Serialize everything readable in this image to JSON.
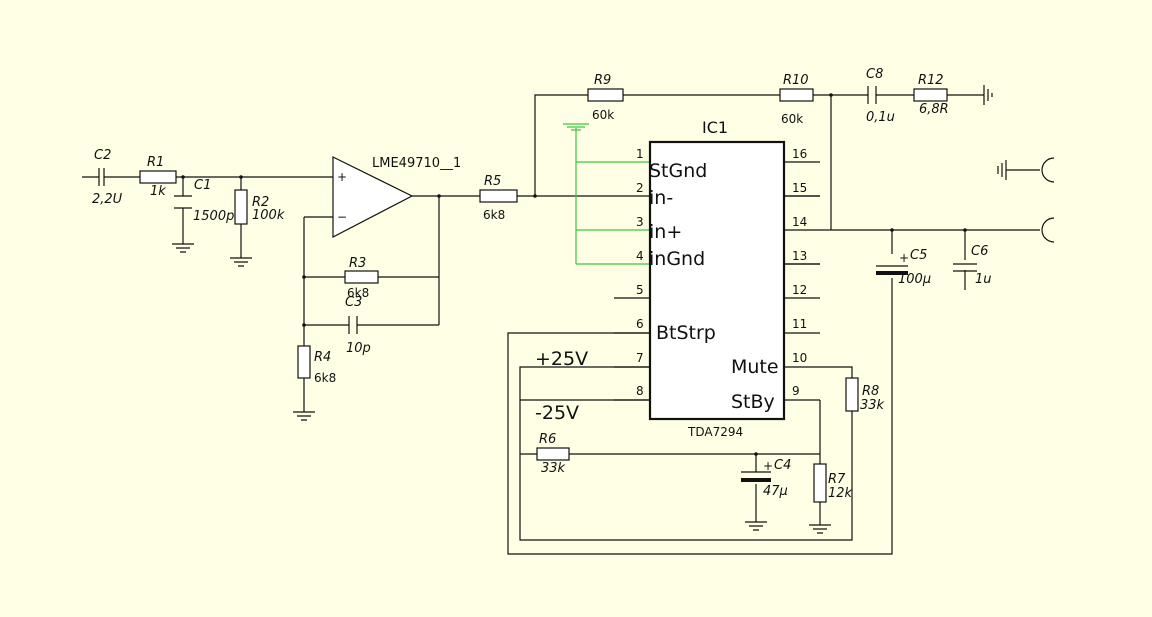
{
  "components": {
    "C2": {
      "name": "C2",
      "value": "2,2U"
    },
    "R1": {
      "name": "R1",
      "value": "1k"
    },
    "C1": {
      "name": "C1",
      "value": "1500p"
    },
    "R2": {
      "name": "R2",
      "value": "100k"
    },
    "opamp": {
      "name": "LME49710__1",
      "plus": "+",
      "minus": "−"
    },
    "R3": {
      "name": "R3",
      "value": "6k8"
    },
    "C3": {
      "name": "C3",
      "value": "10p"
    },
    "R4": {
      "name": "R4",
      "value": "6k8"
    },
    "R5": {
      "name": "R5",
      "value": "6k8"
    },
    "R9": {
      "name": "R9",
      "value": "60k"
    },
    "R10": {
      "name": "R10",
      "value": "60k"
    },
    "C8": {
      "name": "C8",
      "value": "0,1u"
    },
    "R12": {
      "name": "R12",
      "value": "6,8R"
    },
    "C5": {
      "name": "C5",
      "value": "100µ",
      "polarity": "+"
    },
    "C6": {
      "name": "C6",
      "value": "1u"
    },
    "R8": {
      "name": "R8",
      "value": "33k"
    },
    "R6": {
      "name": "R6",
      "value": "33k"
    },
    "C4": {
      "name": "C4",
      "value": "47µ",
      "polarity": "+"
    },
    "R7": {
      "name": "R7",
      "value": "12k"
    }
  },
  "ic": {
    "ref": "IC1",
    "part": "TDA7294",
    "pins_left": [
      {
        "num": "1",
        "name": "StGnd"
      },
      {
        "num": "2",
        "name": "in-"
      },
      {
        "num": "3",
        "name": "in+"
      },
      {
        "num": "4",
        "name": "inGnd"
      },
      {
        "num": "5",
        "name": ""
      },
      {
        "num": "6",
        "name": "BtStrp"
      },
      {
        "num": "7",
        "name": ""
      },
      {
        "num": "8",
        "name": ""
      }
    ],
    "pins_right": [
      {
        "num": "16",
        "name": ""
      },
      {
        "num": "15",
        "name": ""
      },
      {
        "num": "14",
        "name": ""
      },
      {
        "num": "13",
        "name": ""
      },
      {
        "num": "12",
        "name": ""
      },
      {
        "num": "11",
        "name": ""
      },
      {
        "num": "10",
        "name": "Mute"
      },
      {
        "num": "9",
        "name": "StBy"
      }
    ]
  },
  "rails": {
    "positive": "+25V",
    "negative": "-25V"
  },
  "colors": {
    "background": "#ffffe6",
    "wire": "#111111",
    "ground_net": "#3cc63c"
  }
}
